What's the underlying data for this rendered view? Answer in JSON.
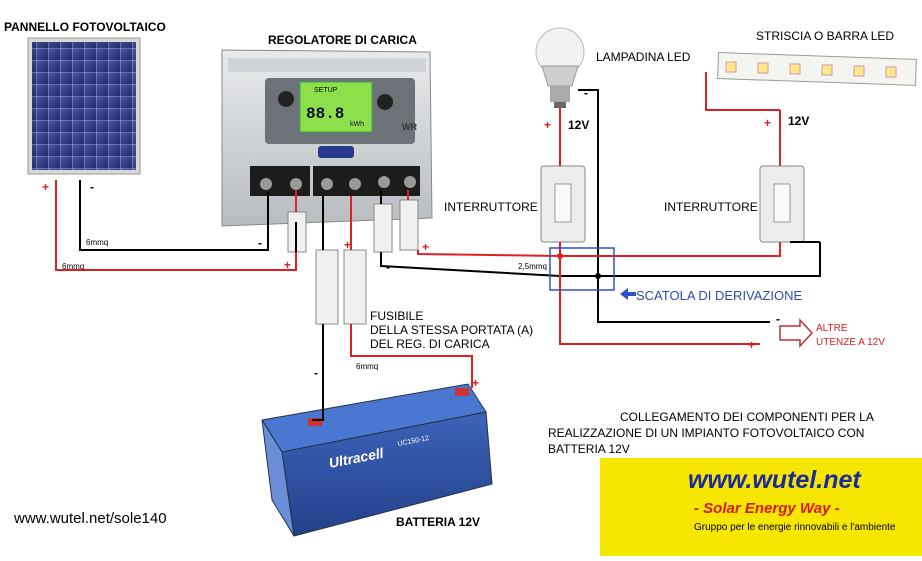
{
  "labels": {
    "panel": "PANNELLO FOTOVOLTAICO",
    "regulator": "REGOLATORE DI CARICA",
    "lamp": "LAMPADINA LED",
    "strip": "STRISCIA O BARRA LED",
    "switch_left": "INTERRUTTORE",
    "switch_right": "INTERRUTTORE",
    "junction_box": "SCATOLA DI DERIVAZIONE",
    "fuse_line1": "FUSIBILE",
    "fuse_line2": "DELLA STESSA PORTATA (A)",
    "fuse_line3": "DEL REG. DI CARICA",
    "battery": "BATTERIA 12V",
    "other_loads_line1": "ALTRE",
    "other_loads_line2": "UTENZE A 12V",
    "volt_lamp": "12V",
    "volt_strip": "12V",
    "section_6mmq_a": "6mmq",
    "section_6mmq_b": "6mmq",
    "section_6mmq_c": "6mmq",
    "section_2_5mmq": "2,5mmq",
    "description_line1": "COLLEGAMENTO DEI COMPONENTI PER LA",
    "description_line2": "REALIZZAZIONE DI UN IMPIANTO FOTOVOLTAICO CON",
    "description_line3": "BATTERIA 12V",
    "website": "www.wutel.net/sole140"
  },
  "polarity": {
    "plus": "+",
    "minus": "-"
  },
  "regulator_display": {
    "setup": "SETUP",
    "digits": "88.8",
    "unit": "kWh",
    "brand": "WR"
  },
  "battery_print": {
    "brand": "Ultracell",
    "model": "UC150-12"
  },
  "logo": {
    "url": "www.wutel.net",
    "slogan": "- Solar Energy Way -",
    "group": "Gruppo per le energie rinnovabili e l'ambiente"
  },
  "colors": {
    "positive_wire": "#e02020",
    "negative_wire": "#000000",
    "junction_box": "#3050c8",
    "logo_bg": "#f7e600"
  },
  "icons": [
    "solar-panel-icon",
    "charge-regulator-icon",
    "led-bulb-icon",
    "led-strip-icon",
    "wall-switch-icon",
    "fuse-holder-icon",
    "battery-icon",
    "sun-icon",
    "arrow-icon"
  ]
}
